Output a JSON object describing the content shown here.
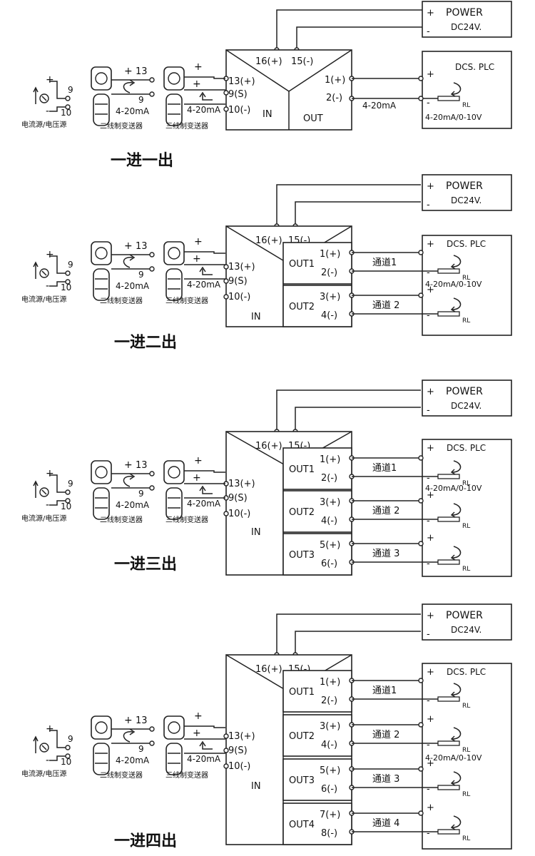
{
  "labels": {
    "power": "POWER",
    "dc24": "DC24V.",
    "dcs": "DCS. PLC",
    "plus": "+",
    "minus": "-",
    "rl": "RL",
    "t16": "16(+)",
    "t15": "15(-)",
    "t13": "13(+)",
    "t9s": "9(S)",
    "t10": "10(-)",
    "in": "IN",
    "out": "OUT",
    "p1": "1(+)",
    "m2": "2(-)",
    "p3": "3(+)",
    "m4": "4(-)",
    "p5": "5(+)",
    "m6": "6(-)",
    "p7": "7(+)",
    "m8": "8(-)",
    "out1": "OUT1",
    "out2": "OUT2",
    "out3": "OUT3",
    "out4": "OUT4",
    "ma": "4-20mA",
    "ma_v": "4-20mA/0-10V",
    "ma_v2": "4-20mA/0-10V",
    "n13": "13",
    "n9": "9",
    "n10": "10",
    "source": "电流源/电压源",
    "two_wire": "二线制变送器",
    "three_wire": "三线制变送器",
    "ch1": "通道1",
    "ch2": "通道 2",
    "ch3": "通道 3",
    "ch4": "通道 4"
  },
  "captions": [
    "一进一出",
    "一进二出",
    "一进三出",
    "一进四出"
  ]
}
